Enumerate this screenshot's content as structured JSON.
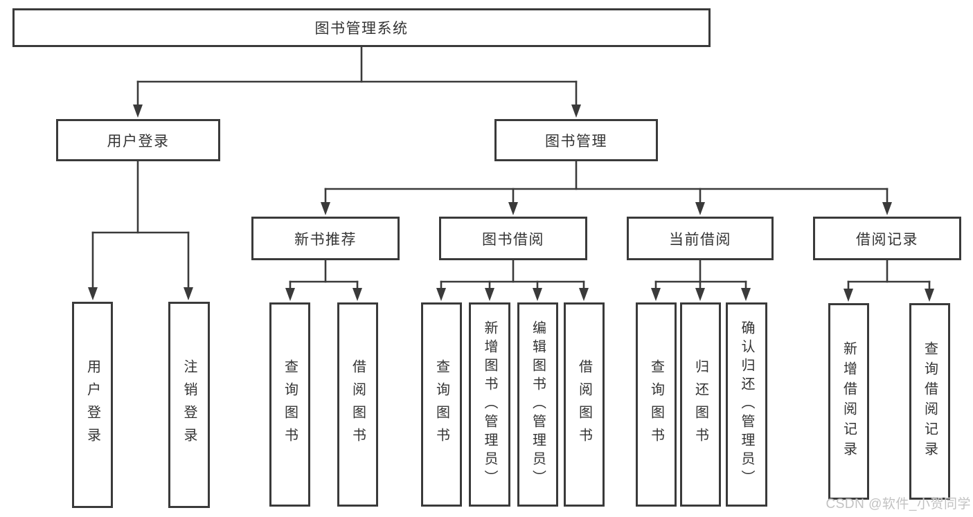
{
  "diagram": {
    "root": "图书管理系统",
    "branches": [
      {
        "label": "用户登录",
        "leaves": [
          "用户登录",
          "注销登录"
        ]
      },
      {
        "label": "图书管理",
        "sections": [
          {
            "label": "新书推荐",
            "leaves": [
              "查询图书",
              "借阅图书"
            ]
          },
          {
            "label": "图书借阅",
            "leaves": [
              "查询图书",
              "新增图书（管理员）",
              "编辑图书（管理员）",
              "借阅图书"
            ]
          },
          {
            "label": "当前借阅",
            "leaves": [
              "查询图书",
              "归还图书",
              "确认归还（管理员）"
            ]
          },
          {
            "label": "借阅记录",
            "leaves": [
              "新增借阅记录",
              "查询借阅记录"
            ]
          }
        ]
      }
    ]
  },
  "watermark": "CSDN @软件_小贺同学",
  "colors": {
    "line": "#3a3a3a",
    "text": "#333333",
    "node-bg": "#ffffff",
    "watermark": "#c2c2c2"
  }
}
